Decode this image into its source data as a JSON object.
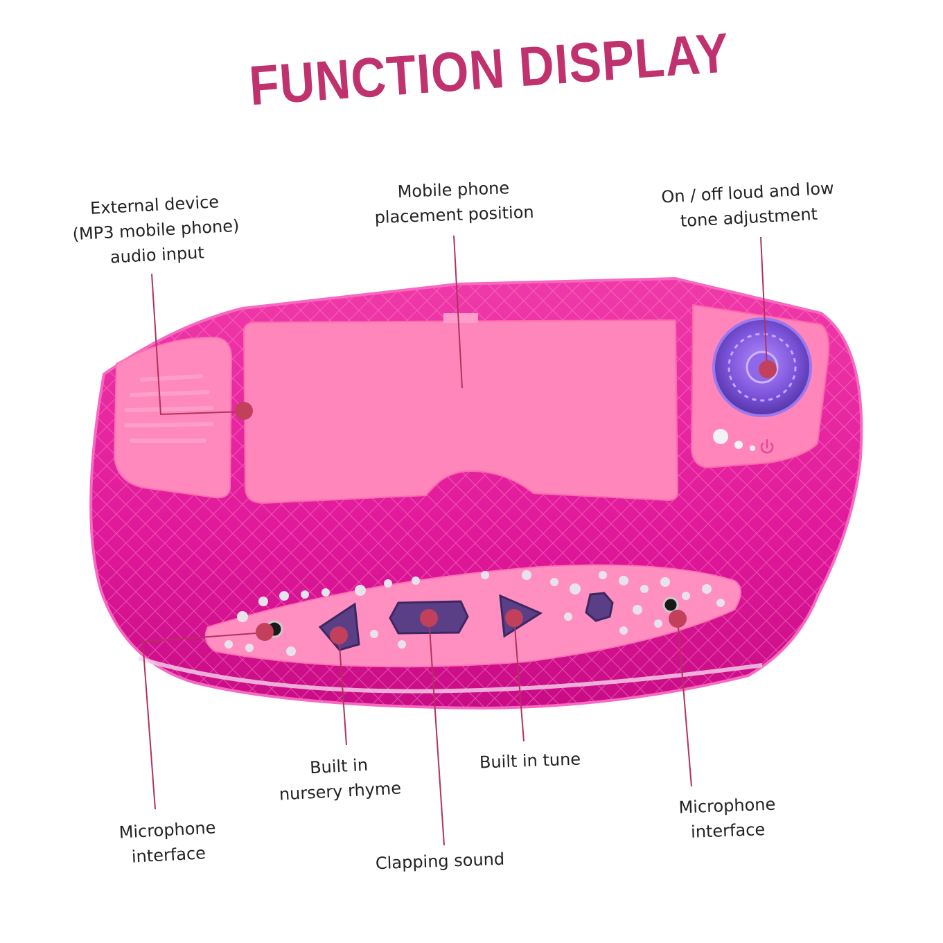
{
  "title": "FUNCTION DISPLAY",
  "labels": {
    "external_audio": "External device\n(MP3 mobile phone)\naudio input",
    "phone_placement": "Mobile phone\nplacement position",
    "power_volume": "On / off loud and low\ntone adjustment",
    "nursery_rhyme": "Built in\nnursery rhyme",
    "built_in_tune": "Built in tune",
    "clapping_sound": "Clapping sound",
    "mic_left": "Microphone\ninterface",
    "mic_right": "Microphone\ninterface"
  },
  "colors": {
    "title": "#c0326d",
    "body": "#e0189a",
    "body_light": "#f24db4",
    "panel": "#ff7fb5",
    "panel_light": "#ff9cc6",
    "button": "#5a3f86",
    "leader": "#b0325e"
  }
}
